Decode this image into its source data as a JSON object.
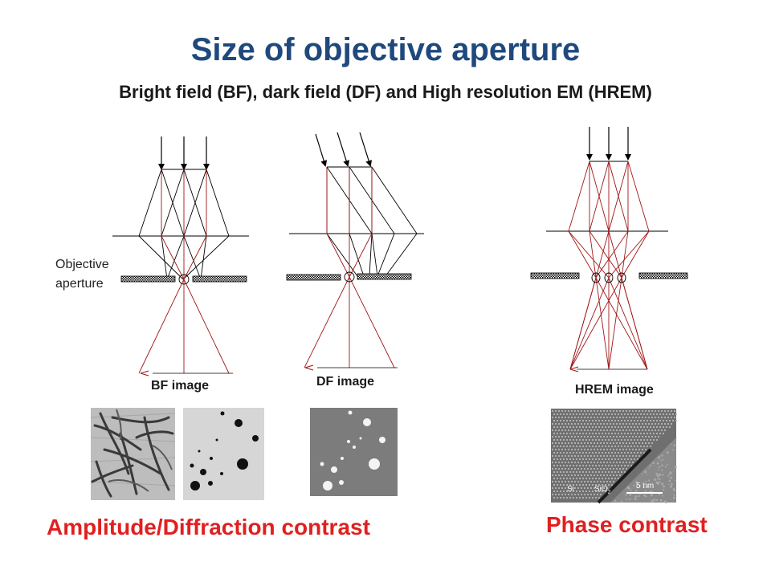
{
  "title": "Size of objective aperture",
  "subtitle": "Bright field (BF),  dark field (DF) and High resolution EM (HREM)",
  "labels": {
    "objective_aperture_line1": "Objective",
    "objective_aperture_line2": "aperture",
    "bf_image": "BF image",
    "df_image": "DF image",
    "hrem_image": "HREM image"
  },
  "micrographs": {
    "hrem_si": "Si",
    "hrem_sio2": "SiO",
    "hrem_sio2_sub": "2",
    "hrem_scale": "5 nm"
  },
  "captions": {
    "amplitude": "Amplitude/Diffraction contrast",
    "phase": "Phase contrast"
  },
  "colors": {
    "title": "#1F497D",
    "ray_red": "#A01515",
    "ray_black": "#000000",
    "caption_red": "#E02020"
  }
}
